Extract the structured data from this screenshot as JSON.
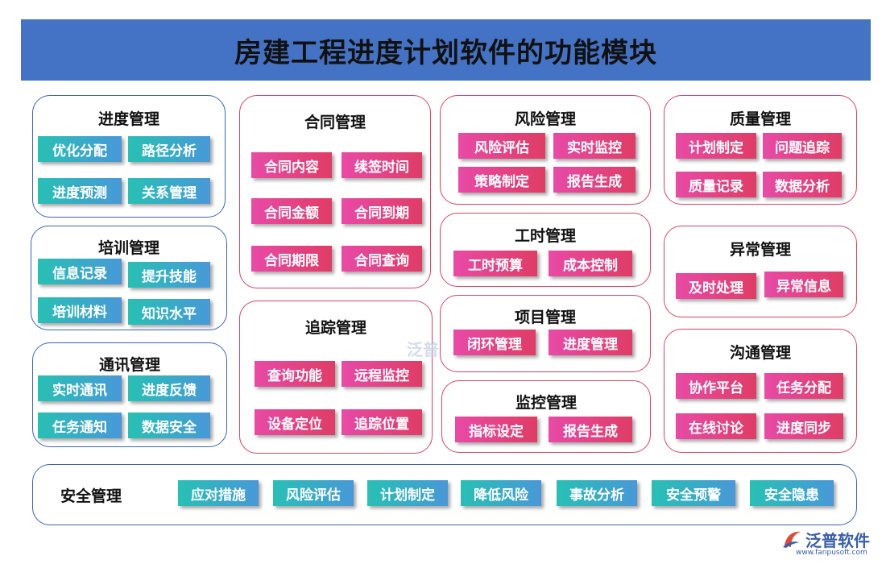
{
  "title": "房建工程进度计划软件的功能模块",
  "colors": {
    "title_bg": "#4472c4",
    "blue_border": "#3b64b8",
    "red_border": "#d64566",
    "teal_chip": "#28c0b4",
    "pink_chip": "#e03c66"
  },
  "modules": {
    "progress": {
      "title": "进度管理",
      "items": [
        "优化分配",
        "路径分析",
        "进度预测",
        "关系管理"
      ]
    },
    "training": {
      "title": "培训管理",
      "items": [
        "信息记录",
        "提升技能",
        "培训材料",
        "知识水平"
      ]
    },
    "communication": {
      "title": "通讯管理",
      "items": [
        "实时通讯",
        "进度反馈",
        "任务通知",
        "数据安全"
      ]
    },
    "contract": {
      "title": "合同管理",
      "items": [
        "合同内容",
        "续签时间",
        "合同金额",
        "合同到期",
        "合同期限",
        "合同查询"
      ]
    },
    "tracking": {
      "title": "追踪管理",
      "items": [
        "查询功能",
        "远程监控",
        "设备定位",
        "追踪位置"
      ]
    },
    "risk": {
      "title": "风险管理",
      "items": [
        "风险评估",
        "实时监控",
        "策略制定",
        "报告生成"
      ]
    },
    "worktime": {
      "title": "工时管理",
      "items": [
        "工时预算",
        "成本控制"
      ]
    },
    "project": {
      "title": "项目管理",
      "items": [
        "闭环管理",
        "进度管理"
      ]
    },
    "monitoring": {
      "title": "监控管理",
      "items": [
        "指标设定",
        "报告生成"
      ]
    },
    "quality": {
      "title": "质量管理",
      "items": [
        "计划制定",
        "问题追踪",
        "质量记录",
        "数据分析"
      ]
    },
    "exception": {
      "title": "异常管理",
      "items": [
        "及时处理",
        "异常信息"
      ]
    },
    "collaboration": {
      "title": "沟通管理",
      "items": [
        "协作平台",
        "任务分配",
        "在线讨论",
        "进度同步"
      ]
    },
    "safety": {
      "title": "安全管理",
      "items": [
        "应对措施",
        "风险评估",
        "计划制定",
        "降低风险",
        "事故分析",
        "安全预警",
        "安全隐患"
      ]
    }
  },
  "watermark": "泛普",
  "logo": {
    "name": "泛普软件",
    "url": "www.fanpusoft.com",
    "icon": "fanpu-logo-icon"
  }
}
